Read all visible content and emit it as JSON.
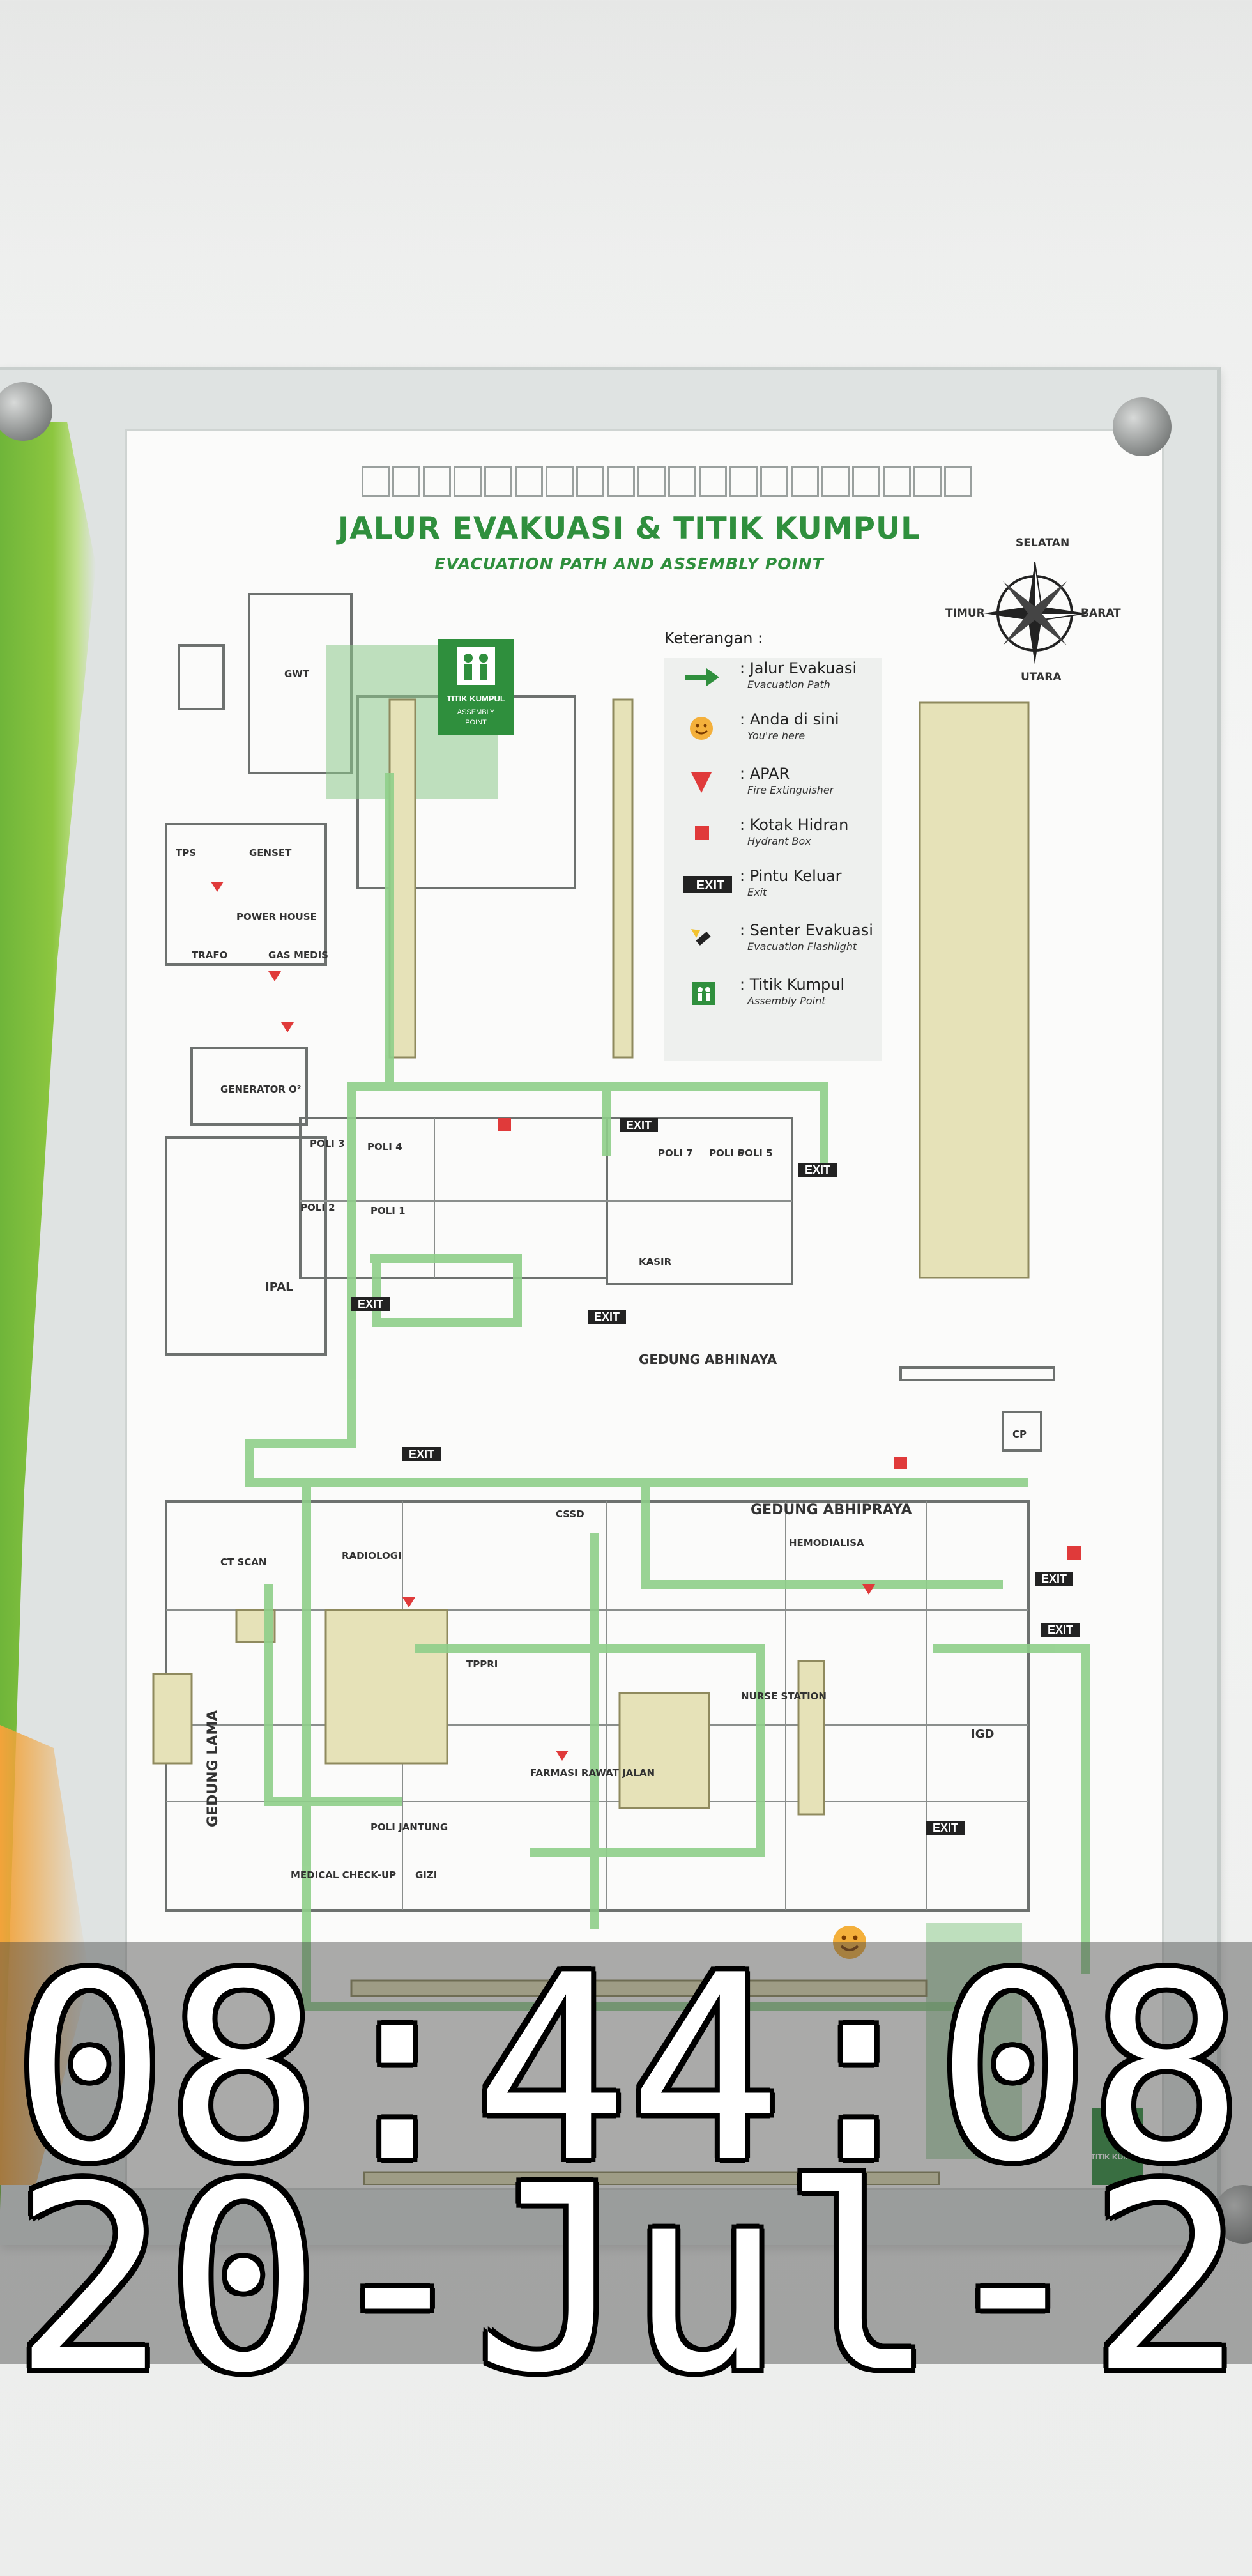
{
  "sign": {
    "title": "JALUR EVAKUASI & TITIK KUMPUL",
    "subtitle": "EVACUATION PATH AND ASSEMBLY POINT",
    "compass": {
      "north": "SELATAN",
      "west": "TIMUR",
      "east": "BARAT",
      "south": "UTARA"
    },
    "legend_heading": "Keterangan :",
    "legend": [
      {
        "icon": "green-arrow-icon",
        "label": ": Jalur Evakuasi",
        "sub": "Evacuation Path"
      },
      {
        "icon": "smiley-icon",
        "label": ": Anda di sini",
        "sub": "You're here"
      },
      {
        "icon": "red-triangle-icon",
        "label": ": APAR",
        "sub": "Fire Extinguisher"
      },
      {
        "icon": "red-square-icon",
        "label": ": Kotak Hidran",
        "sub": "Hydrant Box"
      },
      {
        "icon": "exit-sign-icon",
        "label": ": Pintu Keluar",
        "sub": "Exit"
      },
      {
        "icon": "flashlight-icon",
        "label": ": Senter Evakuasi",
        "sub": "Evacuation Flashlight"
      },
      {
        "icon": "assembly-point-icon",
        "label": ": Titik Kumpul",
        "sub": "Assembly Point"
      }
    ],
    "assembly_sign": {
      "title": "TITIK KUMPUL",
      "sub1": "ASSEMBLY",
      "sub2": "POINT"
    },
    "rooms": {
      "gwt": "GWT",
      "tps": "TPS",
      "genset": "GENSET",
      "power_house": "POWER HOUSE",
      "trafo": "TRAFO",
      "gas_medis": "GAS MEDIS",
      "generator": "GENERATOR O²",
      "ipal": "IPAL",
      "poli3": "POLI 3",
      "poli4": "POLI 4",
      "poli2": "POLI 2",
      "poli1": "POLI 1",
      "poli7": "POLI 7",
      "poli6": "POLI 6",
      "poli5": "POLI 5",
      "gedung_abhinaya": "GEDUNG ABHINAYA",
      "gedung_abhipraya": "GEDUNG ABHIPRAYA",
      "hemodialisa": "HEMODIALISA",
      "cssd": "CSSD",
      "igd": "IGD",
      "gedung_lama": "GEDUNG LAMA",
      "cp": "CP",
      "radiologi": "RADIOLOGI",
      "ct_scan": "CT SCAN",
      "nurse_station": "NURSE STATION",
      "poli_jantung": "POLI JANTUNG",
      "medical_checkup": "MEDICAL CHECK-UP",
      "gizi": "GIZI",
      "tppri": "TPPRI",
      "farmasi": "FARMASI RAWAT JALAN",
      "kasir": "KASIR"
    },
    "exit_label": "EXIT"
  },
  "timestamp": {
    "time": "08:44:08",
    "date": "20-Jul-2"
  }
}
